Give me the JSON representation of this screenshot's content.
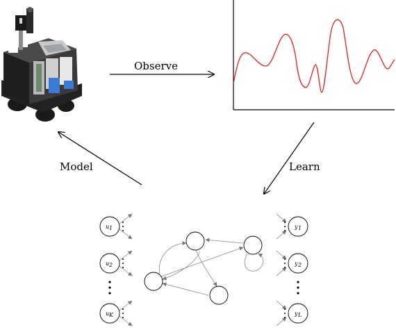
{
  "labels": {
    "observe": "Observe",
    "learn": "Learn",
    "model": "Model"
  },
  "inputs": [
    "u1",
    "u2",
    "uK"
  ],
  "outputs": [
    "y1",
    "y2",
    "yL"
  ],
  "colors": {
    "signal": "#e02020",
    "robot_body": "#2a2a2a",
    "robot_accent": "#3a7bd5",
    "arrow": "#000000",
    "network_edges": "#888888"
  }
}
